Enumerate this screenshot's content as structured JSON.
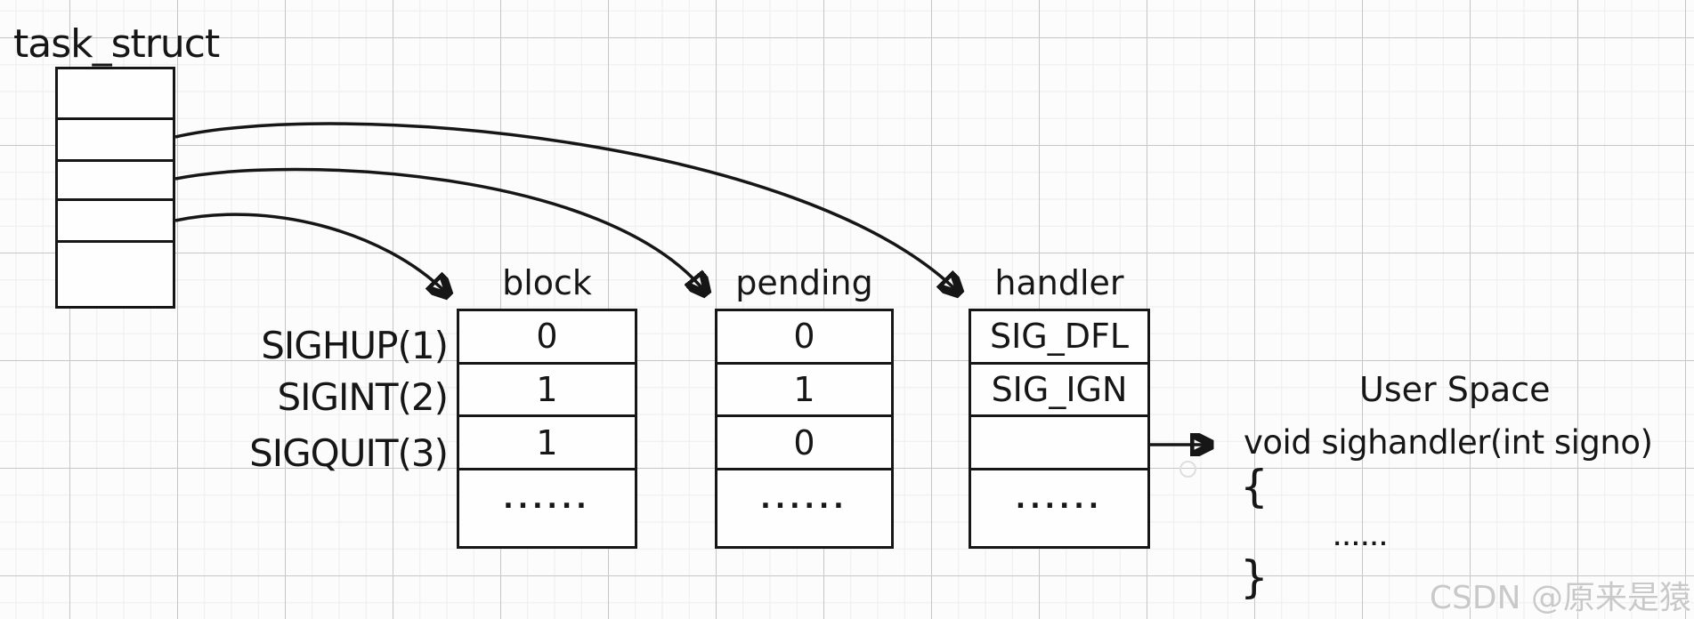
{
  "task_struct": {
    "label": "task_struct",
    "field_count": 5
  },
  "signal_rows": [
    "SIGHUP(1)",
    "SIGINT(2)",
    "SIGQUIT(3)"
  ],
  "tables": [
    {
      "header": "block",
      "values": [
        "0",
        "1",
        "1",
        "......"
      ]
    },
    {
      "header": "pending",
      "values": [
        "0",
        "1",
        "0",
        "......"
      ]
    },
    {
      "header": "handler",
      "values": [
        "SIG_DFL",
        "SIG_IGN",
        "",
        "......"
      ]
    }
  ],
  "arrows": [
    {
      "from": "task_struct-field-2",
      "to": "handler-table"
    },
    {
      "from": "task_struct-field-3",
      "to": "pending-table"
    },
    {
      "from": "task_struct-field-4",
      "to": "block-table"
    },
    {
      "from": "handler-row-sigquit",
      "to": "user-space-handler-function"
    }
  ],
  "user_space": {
    "label": "User Space",
    "signature": "void sighandler(int signo)",
    "open_brace": "{",
    "body_ellipsis": "......",
    "close_brace": "}"
  },
  "watermark": "CSDN @原来是猿",
  "colors": {
    "line": "#161616",
    "background": "#fcfcfc",
    "grid_major": "#c6c6c6",
    "grid_minor": "#ededed",
    "watermark": "#c9c9c9"
  }
}
